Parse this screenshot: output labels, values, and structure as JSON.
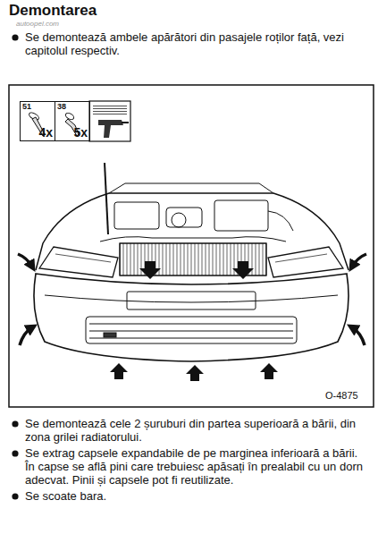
{
  "diagram": {
    "title": "Demontarea",
    "nodes": [
      {
        "text": [
          "51",
          "4x"
        ]
      },
      {
        "text": [
          "38",
          "5x"
        ]
      }
    ],
    "labels": [
      "autoopel.com",
      "Se demontează ambele apărători din pasajele roților față, vezi capitolul respectiv.",
      "O-4875",
      "Se demontează cele 2 șuruburi din partea superioară a bării, din zona grilei radiatorului.",
      "Se extrag capsele expandabile de pe marginea inferioară a bării. În capse se află pini care trebuiesc apăsați în prealabil cu un dorn adecvat. Pinii și capsele pot fi reutilizate.",
      "Se scoate bara."
    ]
  }
}
